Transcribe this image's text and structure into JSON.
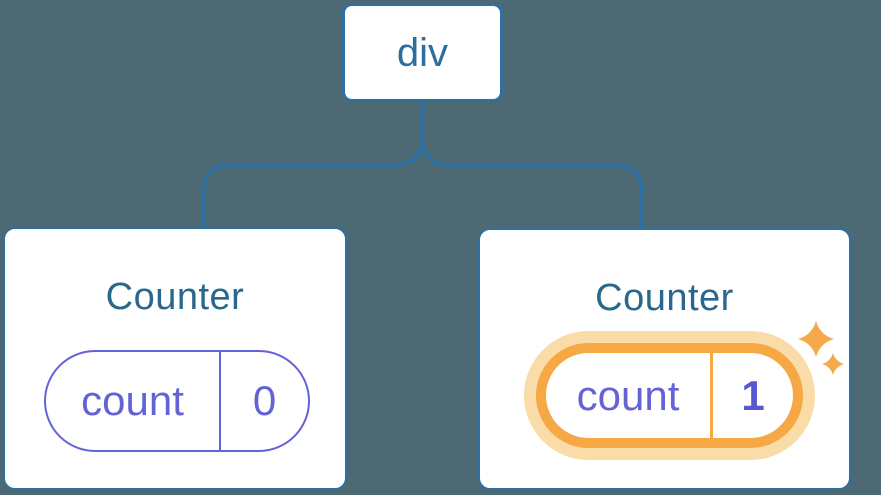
{
  "diagram": {
    "root": {
      "label": "div"
    },
    "components": [
      {
        "title": "Counter",
        "state": {
          "name": "count",
          "value": "0"
        },
        "highlighted": false
      },
      {
        "title": "Counter",
        "state": {
          "name": "count",
          "value": "1"
        },
        "highlighted": true
      }
    ]
  },
  "icons": [
    {
      "name": "sparkles-icon",
      "glyph": "✦"
    }
  ],
  "colors": {
    "background": "#4D6973",
    "line_blue": "#2D70A1",
    "node_text_blue": "#2C6E9C",
    "title_blue": "#29678C",
    "state_purple": "#6463D6",
    "value_bold_purple": "#5957D2",
    "highlight_orange": "#F5A843",
    "highlight_halo": "#FADCA8",
    "card_background": "#FFFFFF"
  }
}
